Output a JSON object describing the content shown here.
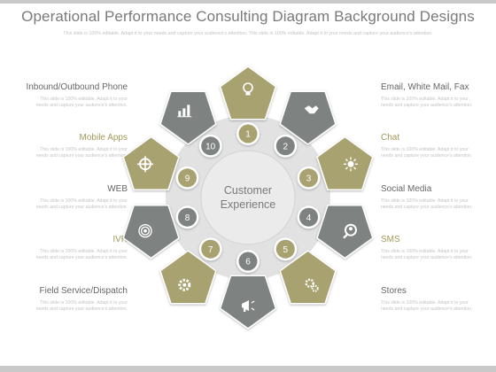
{
  "title": "Operational Performance Consulting Diagram Background Designs",
  "subtitle": "This slide is 100% editable. Adapt it to your needs and capture your audience's attention. This slide is 100% editable. Adapt it to your needs and capture your audience's attention.",
  "center": {
    "line1": "Customer",
    "line2": "Experience"
  },
  "colors": {
    "olive": "#a8a170",
    "gray": "#7e8381",
    "ring": "#dedede",
    "center": "#e8e8e8",
    "text": "#7a7a7a"
  },
  "segments": [
    {
      "number": "1",
      "icon": "bulb-icon",
      "color": "olive"
    },
    {
      "number": "2",
      "icon": "handshake-icon",
      "color": "gray"
    },
    {
      "number": "3",
      "icon": "idea-icon",
      "color": "olive"
    },
    {
      "number": "4",
      "icon": "search-person-icon",
      "color": "gray"
    },
    {
      "number": "5",
      "icon": "gears-icon",
      "color": "olive"
    },
    {
      "number": "6",
      "icon": "megaphone-icon",
      "color": "gray"
    },
    {
      "number": "7",
      "icon": "gear-icon",
      "color": "olive"
    },
    {
      "number": "8",
      "icon": "target-icon",
      "color": "gray"
    },
    {
      "number": "9",
      "icon": "crosshair-icon",
      "color": "olive"
    },
    {
      "number": "10",
      "icon": "bar-chart-icon",
      "color": "gray"
    }
  ],
  "left_labels": [
    {
      "title": "Inbound/Outbound Phone",
      "desc": "This slide is 100% editable. Adapt it to your needs and capture your audience's attention."
    },
    {
      "title": "Mobile Apps",
      "desc": "This slide is 100% editable. Adapt it to your needs and capture your audience's attention."
    },
    {
      "title": "WEB",
      "desc": "This slide is 100% editable. Adapt it to your needs and capture your audience's attention."
    },
    {
      "title": "IVR",
      "desc": "This slide is 100% editable. Adapt it to your needs and capture your audience's attention."
    },
    {
      "title": "Field Service/Dispatch",
      "desc": "This slide is 100% editable. Adapt it to your needs and capture your audience's attention."
    }
  ],
  "right_labels": [
    {
      "title": "Email, White Mail, Fax",
      "desc": "This slide is 100% editable. Adapt it to your needs and capture your audience's attention."
    },
    {
      "title": "Chat",
      "desc": "This slide is 100% editable. Adapt it to your needs and capture your audience's attention."
    },
    {
      "title": "Social Media",
      "desc": "This slide is 100% editable. Adapt it to your needs and capture your audience's attention."
    },
    {
      "title": "SMS",
      "desc": "This slide is 100% editable. Adapt it to your needs and capture your audience's attention."
    },
    {
      "title": "Stores",
      "desc": "This slide is 100% editable. Adapt it to your needs and capture your audience's attention."
    }
  ]
}
